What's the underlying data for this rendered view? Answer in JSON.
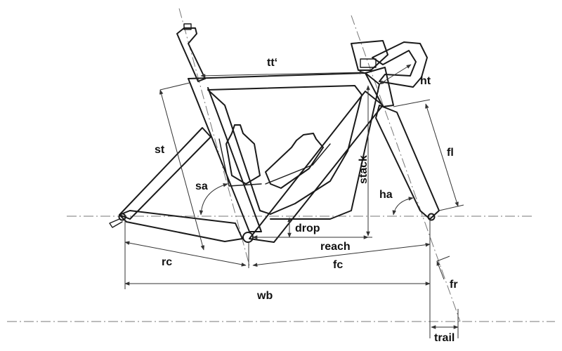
{
  "labels": {
    "tt": "tt‘",
    "ht": "ht",
    "st": "st",
    "stack": "stack",
    "fl": "fl",
    "sa": "sa",
    "ha": "ha",
    "drop": "drop",
    "reach": "reach",
    "rc": "rc",
    "fc": "fc",
    "fr": "fr",
    "wb": "wb",
    "trail": "trail"
  }
}
